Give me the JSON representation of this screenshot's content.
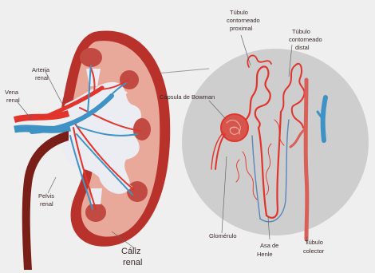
{
  "labels": {
    "vena_renal": [
      "Vena",
      "renal"
    ],
    "arteria_renal": [
      "Arteria",
      "renal"
    ],
    "pelvis_renal": [
      "Pelvis",
      "renal"
    ],
    "caliz_renal": [
      "Cáliz",
      "renal"
    ],
    "capsula_bowman": "Cápsula de Bowman",
    "glomerulo": "Glomérulo",
    "asa_henle": [
      "Asa de",
      "Henle"
    ],
    "tubulo_proximal": [
      "Túbulo",
      "contorneado",
      "proximal"
    ],
    "tubulo_distal": [
      "Túbulo",
      "contorneado",
      "distal"
    ],
    "tubulo_colector": [
      "Túbulo",
      "colector"
    ]
  },
  "colors": {
    "background": "#efefef",
    "kidney_outer": "#b8322b",
    "kidney_cortex": "#e7a79a",
    "kidney_medulla_pyramid": "#c14a43",
    "renal_pelvis": "#ececf3",
    "artery": "#e0342c",
    "vein": "#3f93c4",
    "ureter": "#7a1f18",
    "zoom_circle": "#c9c9c9"
  }
}
